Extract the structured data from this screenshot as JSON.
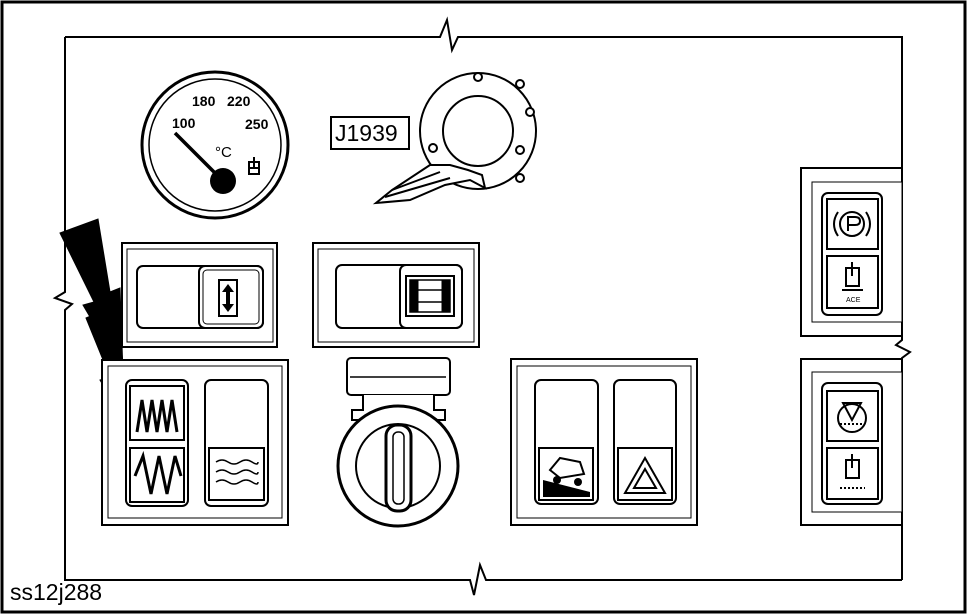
{
  "gauge": {
    "ticks": [
      "100",
      "180",
      "220",
      "250"
    ],
    "unit": "°C"
  },
  "connector": {
    "label": "J1939"
  },
  "figure": {
    "id": "ss12j288"
  },
  "icons": {
    "gauge_symbol": "coolant-temperature-icon",
    "switch_left": "up-down-arrows-icon",
    "switch_center": "film-frame-icon",
    "heater_top": "heater-coil-icon",
    "heater_bottom": "heater-coil-icon",
    "heater_right": "airflow-waves-icon",
    "key": "ignition-key-icon",
    "panel_right_a": "vehicle-tilt-icon",
    "panel_right_b": "hazard-triangle-icon",
    "side_top_1": "parking-brake-icon",
    "side_top_2": "fluid-reservoir-icon",
    "side_bottom_1": "gear-warning-icon",
    "side_bottom_2": "fluid-reservoir-icon"
  },
  "side_tag": "ACE"
}
